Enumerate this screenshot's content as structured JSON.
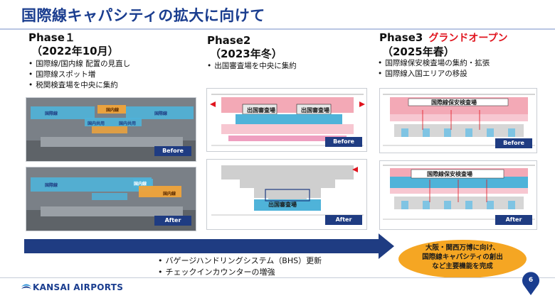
{
  "title": "国際線キャパシティの拡大に向けて",
  "phases": [
    {
      "name": "Phase１",
      "period": "（2022年10月）",
      "bullets": [
        "国際線/国内線 配置の見直し",
        "国際線スポット増",
        "税関検査場を中央に集約"
      ],
      "tags": [
        "Before",
        "After"
      ],
      "labels": {
        "intl_left": "国際線",
        "intl_right": "国際線",
        "dom_top": "国内線",
        "shared_a": "国内共用",
        "shared_b": "国内共用",
        "dom_after_a": "国内線",
        "dom_after_b": "国内線"
      }
    },
    {
      "name": "Phase2",
      "period": "（2023年冬）",
      "bullets": [
        "出国審査場を中央に集約"
      ],
      "tags": [
        "Before",
        "After"
      ],
      "labels": {
        "area_a": "出国審査場",
        "area_b": "出国審査場",
        "area_after": "出国審査場"
      }
    },
    {
      "name": "Phase3",
      "highlight": "グランドオープン",
      "period": "（2025年春）",
      "bullets": [
        "国際線保安検査場の集約・拡張",
        "国際線入国エリアの移設"
      ],
      "tags": [
        "Before",
        "After"
      ],
      "labels": {
        "area_before": "国際線保安検査場",
        "area_after": "国際線保安検査場"
      }
    }
  ],
  "bottom_bullets": [
    "バゲージハンドリングシステム（BHS）更新",
    "チェックインカウンターの増強"
  ],
  "callout": [
    "大阪・関西万博に向け、",
    "国際線キャパシティの創出",
    "など主要機能を完成"
  ],
  "logo": "KANSAI AIRPORTS",
  "page_number": "6",
  "colors": {
    "brand": "#1a3d8f",
    "tag": "#1f3c82",
    "highlight": "#e0141e",
    "callout": "#f5a623",
    "intl_area": "#4fb3d9",
    "dom_area": "#f0a33a",
    "pink_area": "#f3a9b6"
  }
}
